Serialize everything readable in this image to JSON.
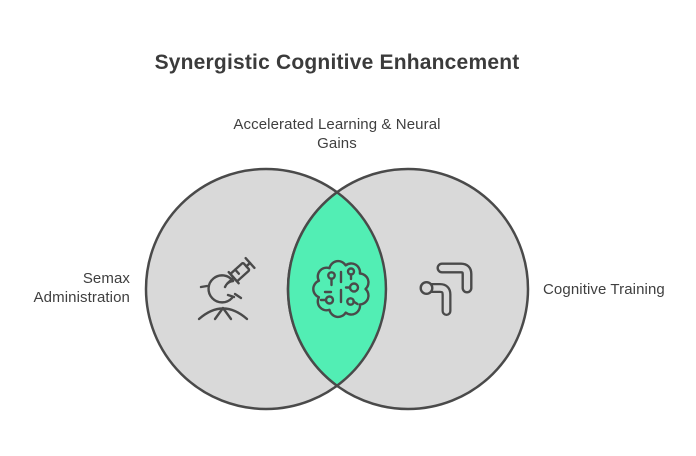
{
  "title": "Synergistic Cognitive Enhancement",
  "colors": {
    "background": "#ffffff",
    "circle_fill": "#d9d9d9",
    "circle_stroke": "#4a4a4a",
    "overlap_fill": "#52eeb4",
    "icon_stroke": "#4a4a4a",
    "label_text": "#3f3f3f",
    "title_text": "#3b3b3b"
  },
  "venn": {
    "left": {
      "label_line1": "Semax",
      "label_line2": "Administration",
      "icon": "syringe-person-icon"
    },
    "overlap": {
      "label_line1": "Accelerated Learning & Neural",
      "label_line2": "Gains",
      "icon": "circuit-brain-icon"
    },
    "right": {
      "label": "Cognitive Training",
      "icon": "growth-arrows-icon"
    }
  }
}
